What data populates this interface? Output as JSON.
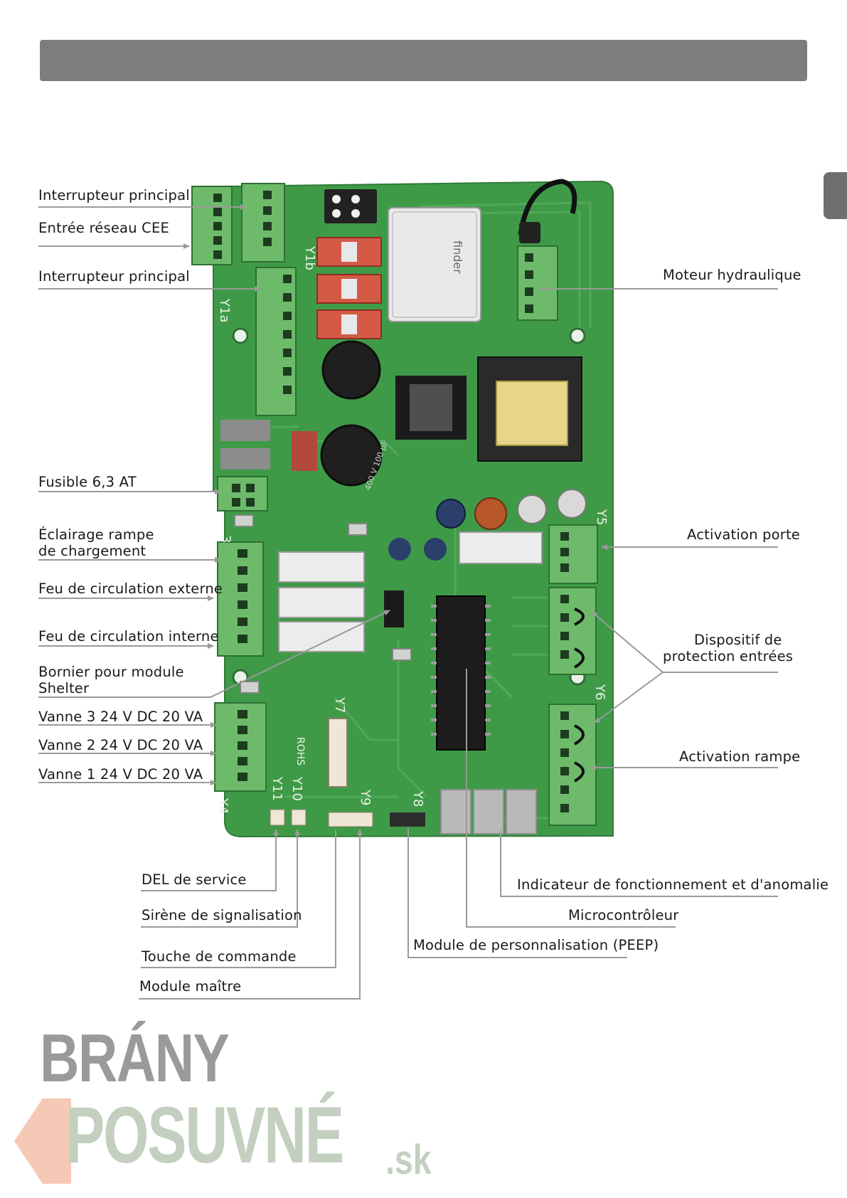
{
  "labels": {
    "main_switch_top": "Interrupteur principal",
    "mains_input": "Entrée réseau CEE",
    "main_switch_y1a": "Interrupteur principal",
    "hydraulic_motor": "Moteur hydraulique",
    "fuse": "Fusible  6,3 AT",
    "ramp_light_line1": "Éclairage rampe",
    "ramp_light_line2": "de chargement",
    "door_activation": "Activation porte",
    "external_traffic_light": "Feu de circulation externe",
    "internal_traffic_light": "Feu de circulation interne",
    "input_protection_line1": "Dispositif de",
    "input_protection_line2": "protection entrées",
    "shelter_terminal_line1": "Bornier pour module",
    "shelter_terminal_line2": "Shelter",
    "valve3": "Vanne 3 24 V DC 20 VA",
    "valve2": "Vanne 2 24 V DC 20 VA",
    "valve1": "Vanne 1 24 V DC 20 VA",
    "ramp_activation": "Activation rampe",
    "service_led": "DEL de service",
    "signal_siren": "Sirène de signalisation",
    "command_key": "Touche de commande",
    "master_module": "Module maître",
    "status_indicator": "Indicateur de fonctionnement et d'anomalie",
    "microcontroller": "Microcontrôleur",
    "custom_module": "Module de personnalisation (PEEP)"
  },
  "board_markings": {
    "y1a": "Y1a",
    "y1b": "Y1b",
    "y3": "3",
    "y4": "Y4",
    "y5": "Y5",
    "y6": "Y6",
    "y7": "Y7",
    "y8": "Y8",
    "y9": "Y9",
    "y10": "Y10",
    "y11": "Y11",
    "rohs": "ROHS",
    "relay_brand": "finder",
    "capacitor_rating": "400 V 100 µF"
  },
  "logo": {
    "line1": "BRÁNY",
    "line2": "POSUVNÉ",
    "suffix": ".sk"
  },
  "colors": {
    "header_bar": "#7d7d7d",
    "board_green": "#3f9a48",
    "terminal_green": "#6dbb6a",
    "leader_line": "#9a9a9a",
    "logo_grey": "#9a9a9a",
    "logo_sage": "#c3cfbf",
    "logo_peach": "#f6c9b6"
  }
}
